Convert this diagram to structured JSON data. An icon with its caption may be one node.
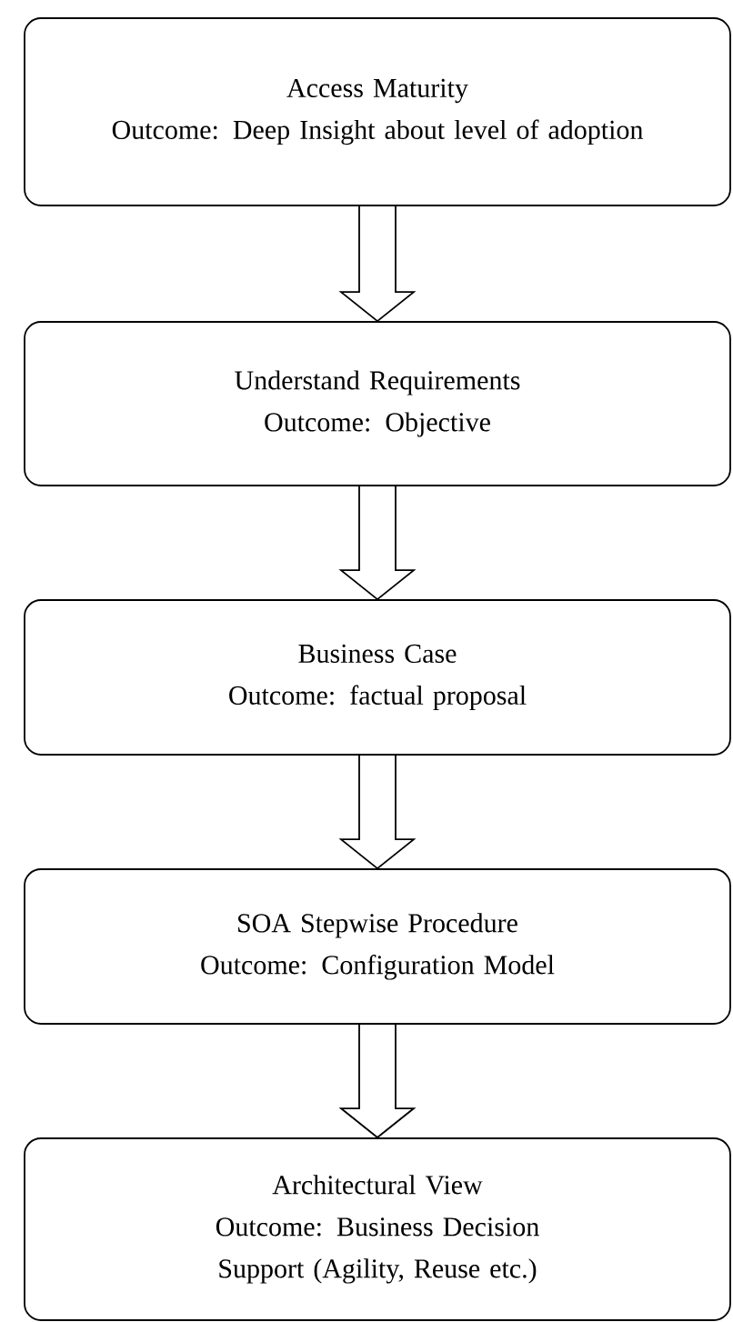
{
  "diagram": {
    "nodes": [
      {
        "text": [
          "Access Maturity",
          "Outcome: Deep Insight about level of adoption"
        ]
      },
      {
        "text": [
          "Understand Requirements",
          "Outcome: Objective"
        ]
      },
      {
        "text": [
          "Business Case",
          "Outcome: factual proposal"
        ]
      },
      {
        "text": [
          "SOA Stepwise Procedure",
          "Outcome: Configuration Model"
        ]
      },
      {
        "text": [
          "Architectural View",
          "Outcome: Business Decision Support (Agility, Reuse etc.)"
        ]
      }
    ],
    "edges": [
      {
        "from": 0,
        "to": 1,
        "arrow": "to"
      },
      {
        "from": 1,
        "to": 2,
        "arrow": "to"
      },
      {
        "from": 2,
        "to": 3,
        "arrow": "to"
      },
      {
        "from": 3,
        "to": 4,
        "arrow": "to"
      }
    ]
  }
}
